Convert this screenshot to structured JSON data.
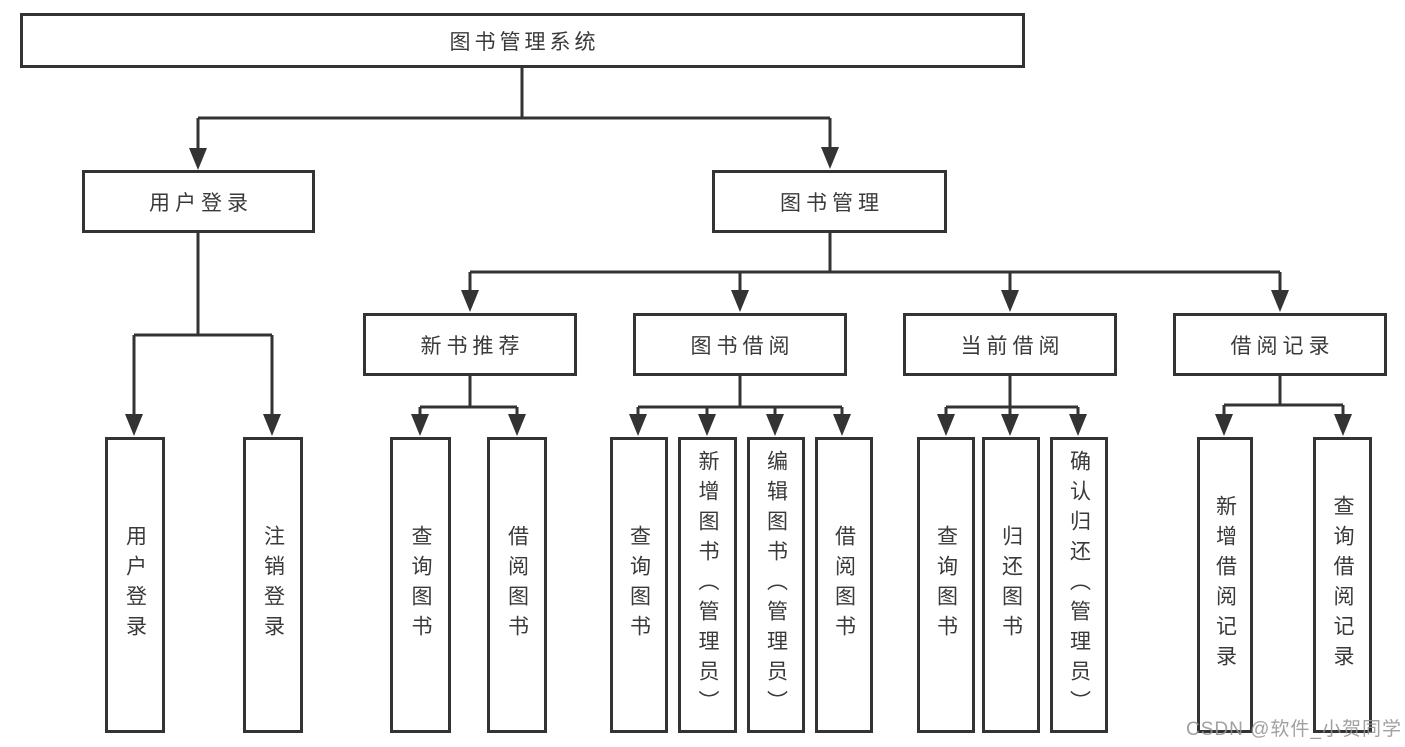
{
  "diagram_type": "hierarchy-flowchart",
  "colors": {
    "line": "#333333",
    "box_border": "#333333",
    "text": "#3a3a3a",
    "background": "#ffffff",
    "watermark": "#949494"
  },
  "tree": {
    "label": "图书管理系统",
    "children": [
      {
        "label": "用户登录",
        "children": [
          {
            "label": "用户登录"
          },
          {
            "label": "注销登录"
          }
        ]
      },
      {
        "label": "图书管理",
        "children": [
          {
            "label": "新书推荐",
            "children": [
              {
                "label": "查询图书"
              },
              {
                "label": "借阅图书"
              }
            ]
          },
          {
            "label": "图书借阅",
            "children": [
              {
                "label": "查询图书"
              },
              {
                "label": "新增图书（管理员）"
              },
              {
                "label": "编辑图书（管理员）"
              },
              {
                "label": "借阅图书"
              }
            ]
          },
          {
            "label": "当前借阅",
            "children": [
              {
                "label": "查询图书"
              },
              {
                "label": "归还图书"
              },
              {
                "label": "确认归还（管理员）"
              }
            ]
          },
          {
            "label": "借阅记录",
            "children": [
              {
                "label": "新增借阅记录"
              },
              {
                "label": "查询借阅记录"
              }
            ]
          }
        ]
      }
    ]
  },
  "watermark": {
    "text": "CSDN @软件_小贺同学"
  }
}
